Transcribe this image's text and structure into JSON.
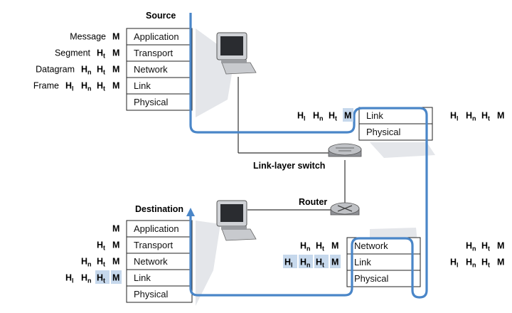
{
  "source": {
    "title": "Source",
    "layers": [
      "Application",
      "Transport",
      "Network",
      "Link",
      "Physical"
    ],
    "row_labels": [
      "Message",
      "Segment",
      "Datagram",
      "Frame"
    ],
    "headers": [
      [
        {
          "t": "M",
          "hl": false
        }
      ],
      [
        {
          "t": "H",
          "s": "t",
          "hl": false
        },
        {
          "t": "M",
          "hl": false
        }
      ],
      [
        {
          "t": "H",
          "s": "n",
          "hl": false
        },
        {
          "t": "H",
          "s": "t",
          "hl": false
        },
        {
          "t": "M",
          "hl": false
        }
      ],
      [
        {
          "t": "H",
          "s": "l",
          "hl": false
        },
        {
          "t": "H",
          "s": "n",
          "hl": false
        },
        {
          "t": "H",
          "s": "t",
          "hl": false
        },
        {
          "t": "M",
          "hl": false
        }
      ]
    ]
  },
  "switch": {
    "label": "Link-layer switch",
    "layers": [
      "Link",
      "Physical"
    ],
    "in_headers": [
      {
        "t": "H",
        "s": "l",
        "hl": false
      },
      {
        "t": "H",
        "s": "n",
        "hl": false
      },
      {
        "t": "H",
        "s": "t",
        "hl": false
      },
      {
        "t": "M",
        "hl": true
      }
    ],
    "out_headers": [
      {
        "t": "H",
        "s": "l",
        "hl": false
      },
      {
        "t": "H",
        "s": "n",
        "hl": false
      },
      {
        "t": "H",
        "s": "t",
        "hl": false
      },
      {
        "t": "M",
        "hl": false
      }
    ]
  },
  "router": {
    "label": "Router",
    "layers": [
      "Network",
      "Link",
      "Physical"
    ],
    "in_network": [
      {
        "t": "H",
        "s": "n",
        "hl": false
      },
      {
        "t": "H",
        "s": "t",
        "hl": false
      },
      {
        "t": "M",
        "hl": false
      }
    ],
    "in_link": [
      {
        "t": "H",
        "s": "l",
        "hl": true
      },
      {
        "t": "H",
        "s": "n",
        "hl": true
      },
      {
        "t": "H",
        "s": "t",
        "hl": true
      },
      {
        "t": "M",
        "hl": true
      }
    ],
    "out_network": [
      {
        "t": "H",
        "s": "n",
        "hl": false
      },
      {
        "t": "H",
        "s": "t",
        "hl": false
      },
      {
        "t": "M",
        "hl": false
      }
    ],
    "out_link": [
      {
        "t": "H",
        "s": "l",
        "hl": false
      },
      {
        "t": "H",
        "s": "n",
        "hl": false
      },
      {
        "t": "H",
        "s": "t",
        "hl": false
      },
      {
        "t": "M",
        "hl": false
      }
    ]
  },
  "destination": {
    "title": "Destination",
    "layers": [
      "Application",
      "Transport",
      "Network",
      "Link",
      "Physical"
    ],
    "headers": [
      [
        {
          "t": "M",
          "hl": false
        }
      ],
      [
        {
          "t": "H",
          "s": "t",
          "hl": false
        },
        {
          "t": "M",
          "hl": false
        }
      ],
      [
        {
          "t": "H",
          "s": "n",
          "hl": false
        },
        {
          "t": "H",
          "s": "t",
          "hl": false
        },
        {
          "t": "M",
          "hl": false
        }
      ],
      [
        {
          "t": "H",
          "s": "l",
          "hl": false
        },
        {
          "t": "H",
          "s": "n",
          "hl": false
        },
        {
          "t": "H",
          "s": "t",
          "hl": true
        },
        {
          "t": "M",
          "hl": true
        }
      ]
    ]
  },
  "colors": {
    "path": "#4a86c8",
    "highlight": "#c6d8ec",
    "layer_fill": "#ffffff",
    "layer_stroke": "#222222",
    "shadow": "#e2e4e8",
    "wire": "#333333"
  }
}
